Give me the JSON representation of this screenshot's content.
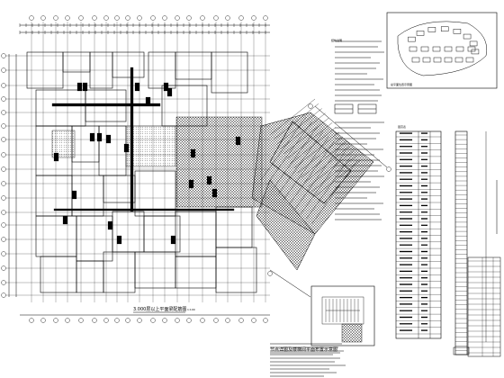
{
  "drawing": {
    "main_plan_caption": "3.000层以上平面梁配筋图",
    "main_plan_scale": "1:100",
    "detail_caption": "节点详图及楼梯间平面布置示意图",
    "notes_heading": "结构说明",
    "site_plan_label": "总平面位置示意图",
    "elevation_label": "层高表"
  },
  "colors": {
    "line": "#000000",
    "paper": "#ffffff"
  }
}
